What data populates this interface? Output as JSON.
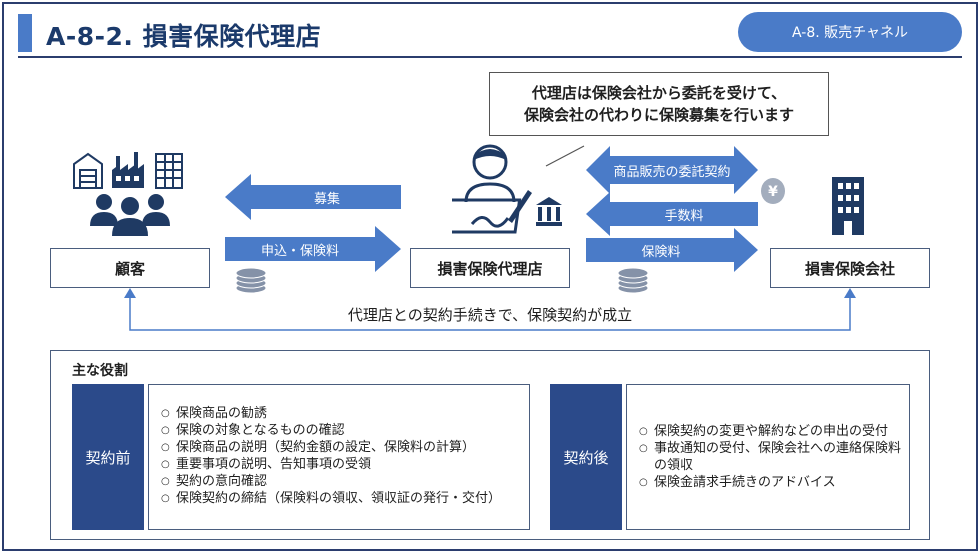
{
  "header": {
    "title": "A-8-2. 損害保険代理店",
    "category_pill": "A-8. 販売チャネル"
  },
  "callout": {
    "line1": "代理店は保険会社から委託を受けて、",
    "line2": "保険会社の代わりに保険募集を行います"
  },
  "entities": {
    "customer": "顧客",
    "agency": "損害保険代理店",
    "insurer": "損害保険会社"
  },
  "arrows": {
    "recruit": "募集",
    "application_premium": "申込・保険料",
    "consignment": "商品販売の委託契約",
    "commission": "手数料",
    "premium": "保険料"
  },
  "flow_text": "代理店との契約手続きで、保険契約が成立",
  "roles": {
    "title": "主な役割",
    "before": {
      "label": "契約前",
      "items": [
        "保険商品の勧誘",
        "保険の対象となるものの確認",
        "保険商品の説明（契約金額の設定、保険料の計算）",
        "重要事項の説明、告知事項の受領",
        "契約の意向確認",
        "保険契約の締結（保険料の領収、領収証の発行・交付）"
      ]
    },
    "after": {
      "label": "契約後",
      "items": [
        "保険契約の変更や解約などの申出の受付",
        "事故通知の受付、保険会社への連絡保険料の領収",
        "保険金請求手続きのアドバイス"
      ]
    }
  },
  "icons": {
    "factories": "factory-icon",
    "people": "people-icon",
    "agent": "agent-signing-icon",
    "bank": "bank-icon",
    "yen_coin": "yen-coin-icon",
    "coins": "coins-icon",
    "building": "office-building-icon"
  },
  "colors": {
    "accent": "#4a7bc8",
    "dark_navy": "#2b4a8a",
    "icon_navy": "#1f3a63",
    "arrow_blue": "#4a7bc8"
  }
}
